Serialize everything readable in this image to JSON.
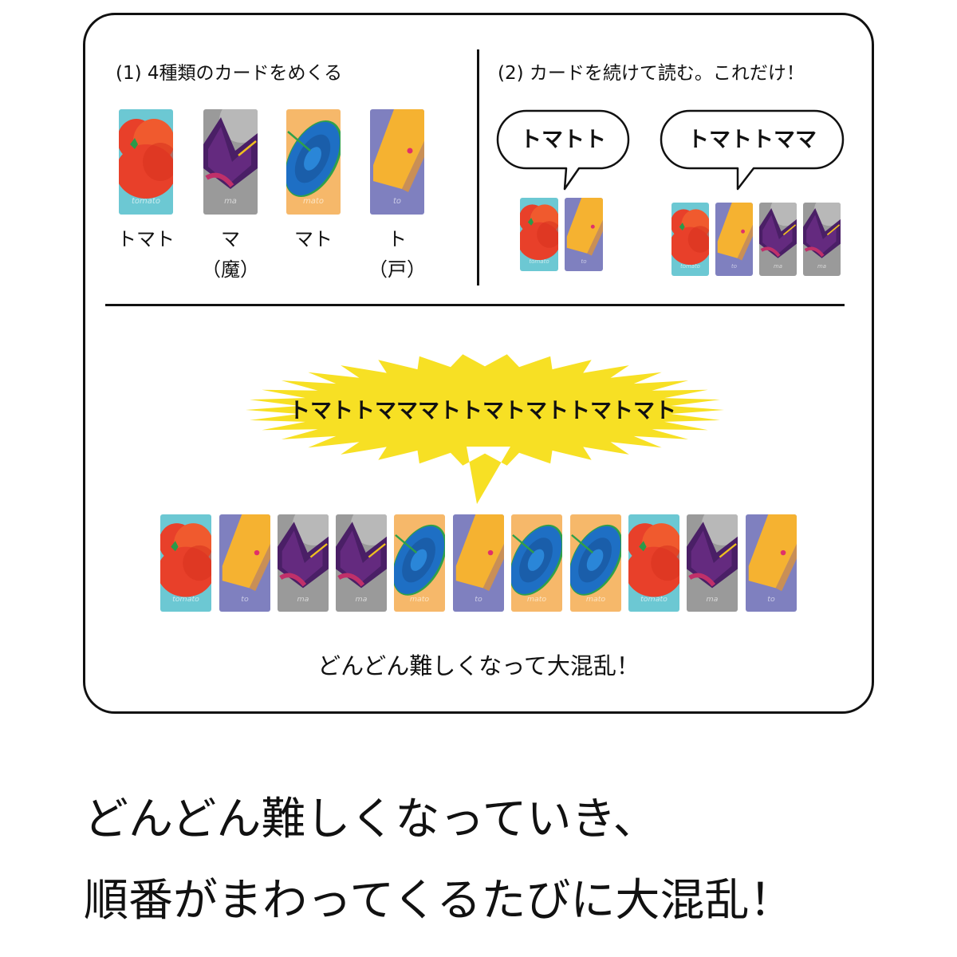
{
  "section1": {
    "title": "(1) 4種類のカードをめくる",
    "cards": [
      {
        "type": "tomato",
        "reading": "トマト",
        "kanji": ""
      },
      {
        "type": "ma",
        "reading": "マ",
        "kanji": "（魔）"
      },
      {
        "type": "mato",
        "reading": "マト",
        "kanji": ""
      },
      {
        "type": "to",
        "reading": "ト",
        "kanji": "（戸）"
      }
    ]
  },
  "section2": {
    "title": "(2) カードを続けて読む。これだけ！",
    "example1": {
      "speech": "トマトト",
      "cards": [
        "tomato",
        "to"
      ]
    },
    "example2": {
      "speech": "トマトトママ",
      "cards": [
        "tomato",
        "to",
        "ma",
        "ma"
      ]
    }
  },
  "section3": {
    "burst": "トマトトマママトトマトマトトマトマト",
    "cards": [
      "tomato",
      "to",
      "ma",
      "ma",
      "mato",
      "to",
      "mato",
      "mato",
      "tomato",
      "ma",
      "to"
    ],
    "caption": "どんどん難しくなって大混乱！"
  },
  "card_texts": {
    "tomato": "tomato",
    "ma": "ma",
    "mato": "mato",
    "to": "to"
  },
  "bottom_text": {
    "line1": "どんどん難しくなっていき、",
    "line2": "順番がまわってくるたびに大混乱！"
  },
  "colors": {
    "tomato_bg": "#6cc8d3",
    "tomato_fruit": "#e8402a",
    "ma_bg": "#9a9a9a",
    "ma_shape": "#4a1f66",
    "mato_bg": "#f6b86a",
    "mato_target": "#1e6fc4",
    "to_bg": "#7f80bf",
    "to_door": "#f5b231",
    "burst": "#f7e024"
  }
}
